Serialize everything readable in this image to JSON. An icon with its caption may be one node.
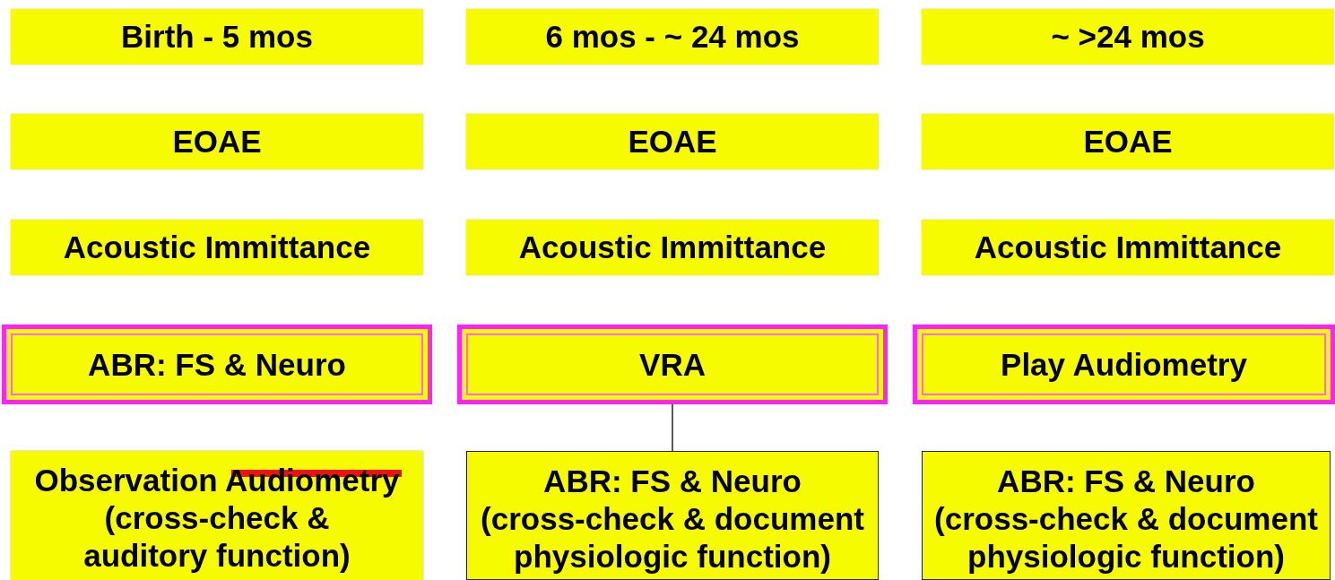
{
  "diagram": {
    "nodes": [
      {
        "text": [
          "Birth - 5 mos"
        ]
      },
      {
        "text": [
          "6 mos  - ~ 24 mos"
        ]
      },
      {
        "text": [
          "~ >24 mos"
        ]
      },
      {
        "text": [
          "EOAE"
        ]
      },
      {
        "text": [
          "EOAE"
        ]
      },
      {
        "text": [
          "EOAE"
        ]
      },
      {
        "text": [
          "Acoustic Immittance"
        ]
      },
      {
        "text": [
          "Acoustic Immittance"
        ]
      },
      {
        "text": [
          "Acoustic Immittance"
        ]
      },
      {
        "text": [
          "ABR: FS & Neuro"
        ]
      },
      {
        "text": [
          "VRA"
        ]
      },
      {
        "text": [
          "Play Audiometry"
        ]
      },
      {
        "text": [
          "Observation Audiometry (cross-check & auditory function)"
        ]
      },
      {
        "text": [
          "ABR: FS & Neuro (cross-check & document physiologic function)"
        ]
      },
      {
        "text": [
          "ABR: FS & Neuro (cross-check & document physiologic function)"
        ]
      }
    ],
    "edges": [
      {
        "from": 10,
        "to": 13,
        "arrow": "none"
      }
    ]
  }
}
